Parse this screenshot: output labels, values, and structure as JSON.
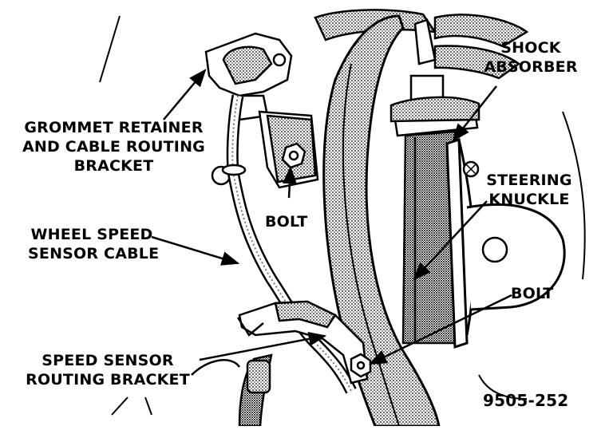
{
  "labels": {
    "grommet_retainer": [
      "GROMMET RETAINER",
      "AND CABLE ROUTING",
      "BRACKET"
    ],
    "shock_absorber": [
      "SHOCK",
      "ABSORBER"
    ],
    "steering_knuckle": [
      "STEERING",
      "KNUCKLE"
    ],
    "bolt_upper": "BOLT",
    "bolt_lower": "BOLT",
    "wheel_speed_sensor_cable": [
      "WHEEL SPEED",
      "SENSOR CABLE"
    ],
    "speed_sensor_routing_bracket": [
      "SPEED SENSOR",
      "ROUTING BRACKET"
    ],
    "figure_number": "9505-252"
  },
  "colors": {
    "ink": "#000000",
    "paper": "#ffffff",
    "shade": "#9a9a9a"
  }
}
